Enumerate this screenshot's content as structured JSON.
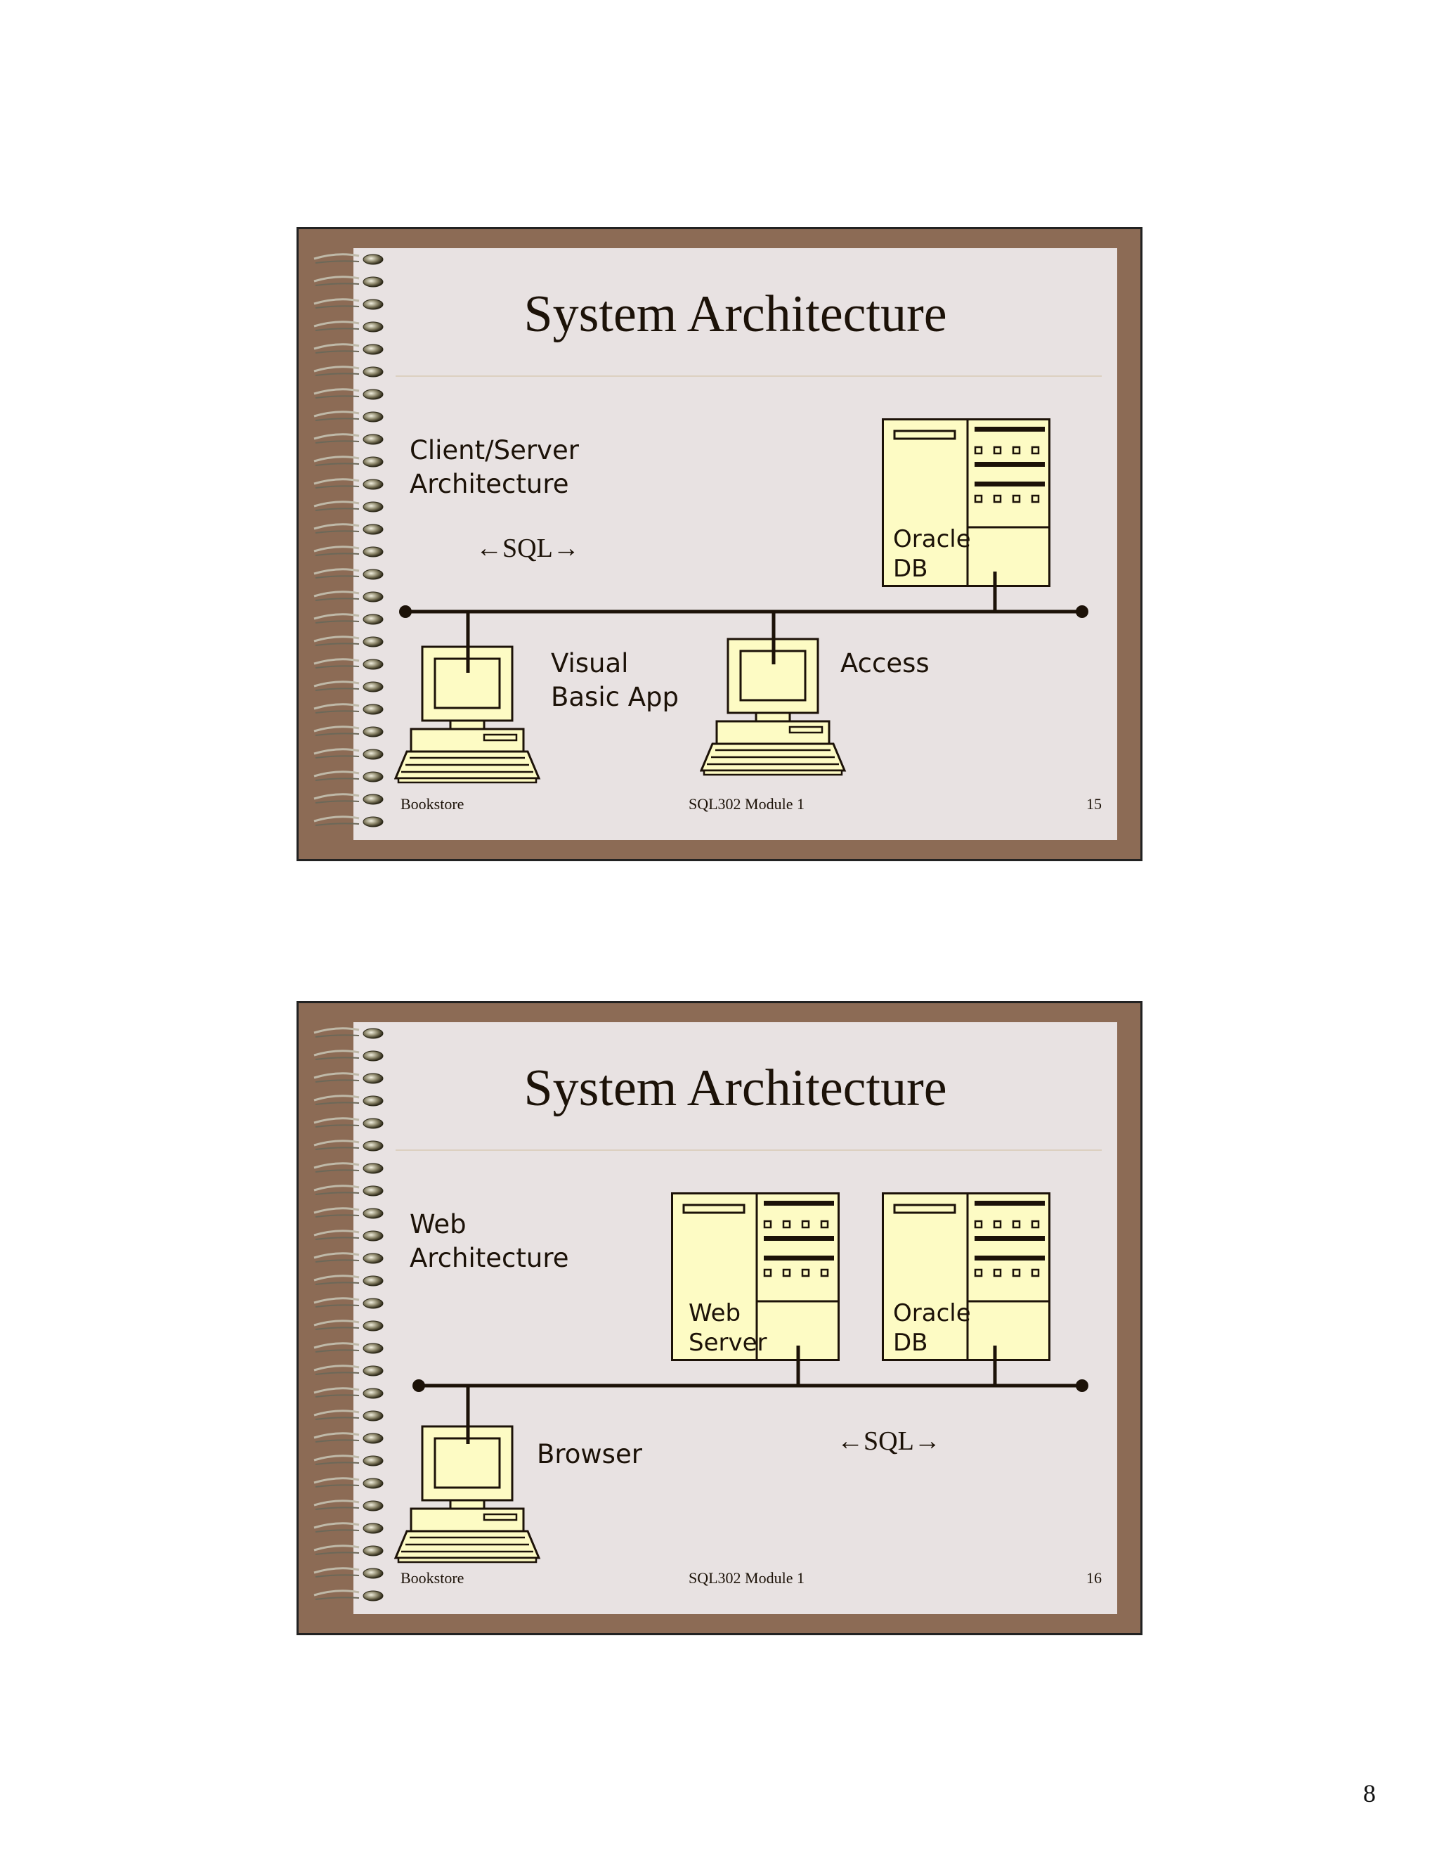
{
  "slides": [
    {
      "title": "System Architecture",
      "arch_label_line1": "Client/Server",
      "arch_label_line2": "Architecture",
      "sql_label": "←SQL→",
      "db_label_line1": "Oracle",
      "db_label_line2": "DB",
      "client1_line1": "Visual",
      "client1_line2": "Basic App",
      "client2_label": "Access",
      "footer_left": "Bookstore",
      "footer_center": "SQL302  Module 1",
      "footer_right": "15"
    },
    {
      "title": "System Architecture",
      "arch_label_line1": "Web",
      "arch_label_line2": "Architecture",
      "web_server_line1": "Web",
      "web_server_line2": "Server",
      "db_label_line1": "Oracle",
      "db_label_line2": "DB",
      "client_label": "Browser",
      "sql_label": "←SQL→",
      "footer_left": "Bookstore",
      "footer_center": "SQL302  Module 1",
      "footer_right": "16"
    }
  ],
  "page_number": "8",
  "icons": [
    "spiral-binding-icon",
    "server-tower-icon",
    "desktop-computer-icon"
  ],
  "colors": {
    "frame": "#8c6b55",
    "paper": "#e8e2e2",
    "device_fill": "#fdfbc4",
    "ink": "#1c1208"
  }
}
